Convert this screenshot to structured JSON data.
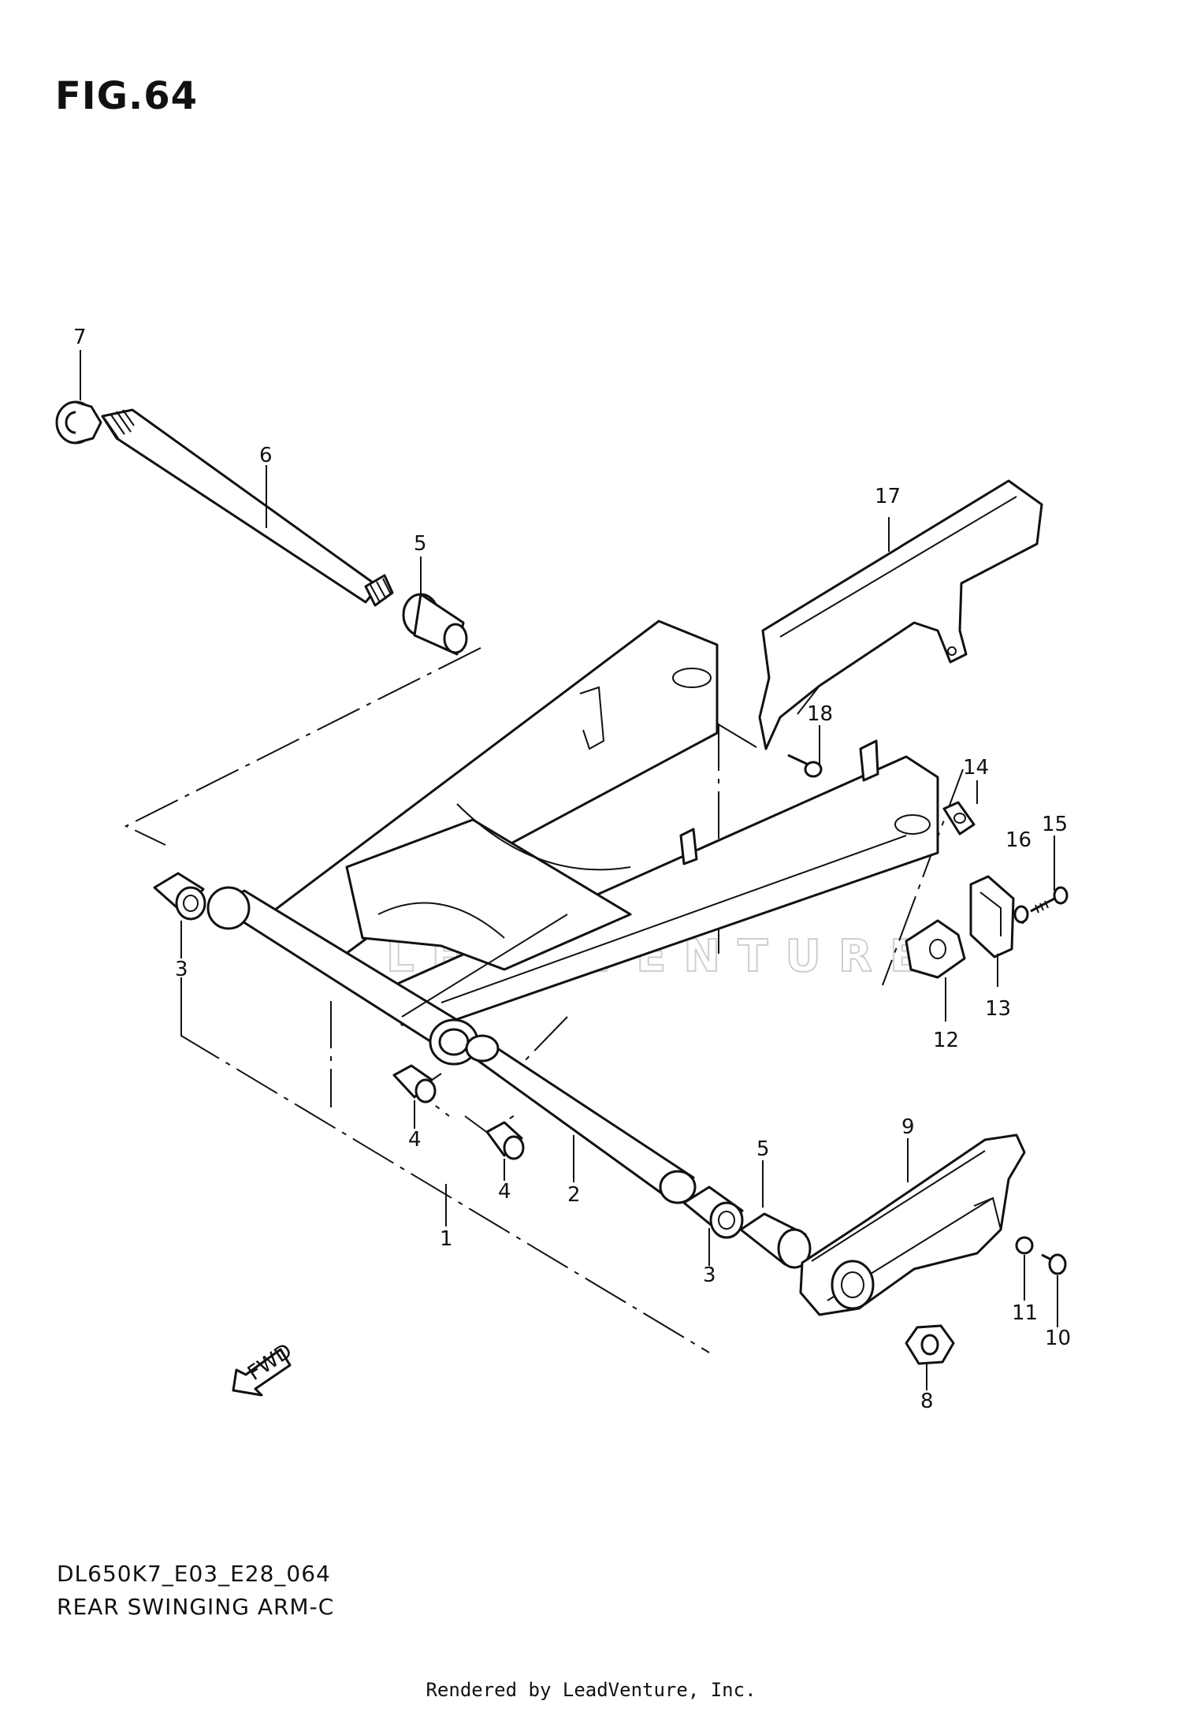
{
  "figure_label": "FIG.64",
  "callouts": {
    "c1": "1",
    "c2": "2",
    "c3a": "3",
    "c3b": "3",
    "c4a": "4",
    "c4b": "4",
    "c5a": "5",
    "c5b": "5",
    "c6": "6",
    "c7": "7",
    "c8": "8",
    "c9": "9",
    "c10": "10",
    "c11": "11",
    "c12": "12",
    "c13": "13",
    "c14": "14",
    "c15": "15",
    "c16": "16",
    "c17": "17",
    "c18": "18"
  },
  "fwd_label": "FWD",
  "watermark": "LEADVENTURE",
  "footer": {
    "code": "DL650K7_E03_E28_064",
    "name": "REAR SWINGING ARM-C",
    "rendered_by": "Rendered by LeadVenture, Inc."
  }
}
